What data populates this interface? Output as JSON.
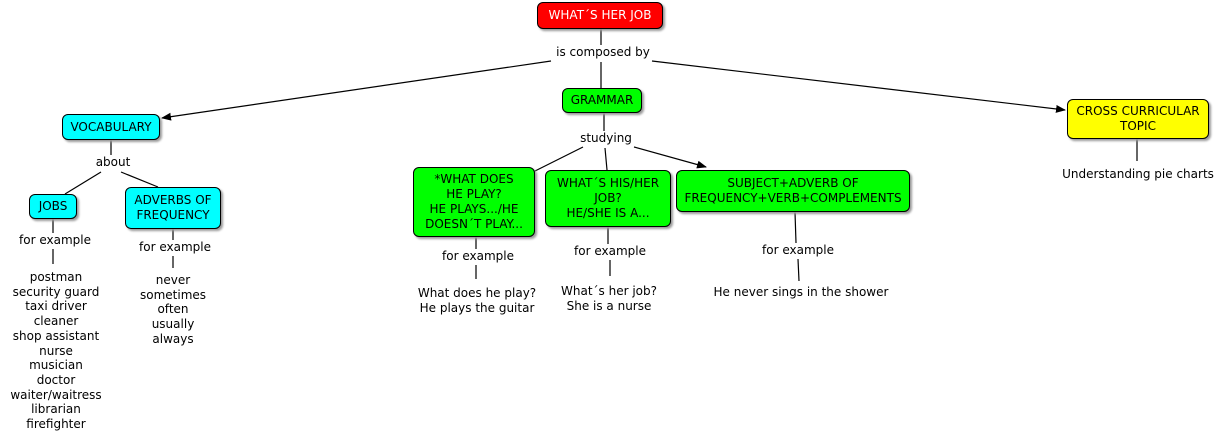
{
  "root": "WHAT´S HER JOB",
  "root_link": "is composed by",
  "vocabulary": {
    "title": "VOCABULARY",
    "link": "about",
    "jobs": {
      "title": "JOBS",
      "link": "for example",
      "examples": [
        "postman",
        "security guard",
        "taxi driver",
        "cleaner",
        "shop assistant",
        "nurse",
        "musician",
        "doctor",
        "waiter/waitress",
        "librarian",
        "firefighter"
      ]
    },
    "adverbs": {
      "title_lines": [
        "ADVERBS OF",
        "FREQUENCY"
      ],
      "link": "for example",
      "examples": [
        "never",
        "sometimes",
        "often",
        "usually",
        "always"
      ]
    }
  },
  "grammar": {
    "title": "GRAMMAR",
    "link": "studying",
    "play": {
      "title_lines": [
        "*WHAT DOES",
        "HE PLAY?",
        "HE PLAYS.../HE",
        "DOESN´T PLAY..."
      ],
      "link": "for example",
      "example_lines": [
        "What does he play?",
        "He plays the guitar"
      ]
    },
    "job": {
      "title_lines": [
        "WHAT´S HIS/HER",
        "JOB?",
        "HE/SHE IS A..."
      ],
      "link": "for example",
      "example_lines": [
        "What´s her job?",
        "She is a nurse"
      ]
    },
    "subject": {
      "title_lines": [
        "SUBJECT+ADVERB OF",
        "FREQUENCY+VERB+COMPLEMENTS"
      ],
      "link": "for example",
      "example": "He never sings in the shower"
    }
  },
  "cross": {
    "title_lines": [
      "CROSS CURRICULAR",
      "TOPIC"
    ],
    "example": "Understanding pie charts"
  },
  "colors": {
    "root": "#ff0000",
    "grammar": "#00ff00",
    "vocabulary": "#00ffff",
    "cross": "#ffff00"
  }
}
